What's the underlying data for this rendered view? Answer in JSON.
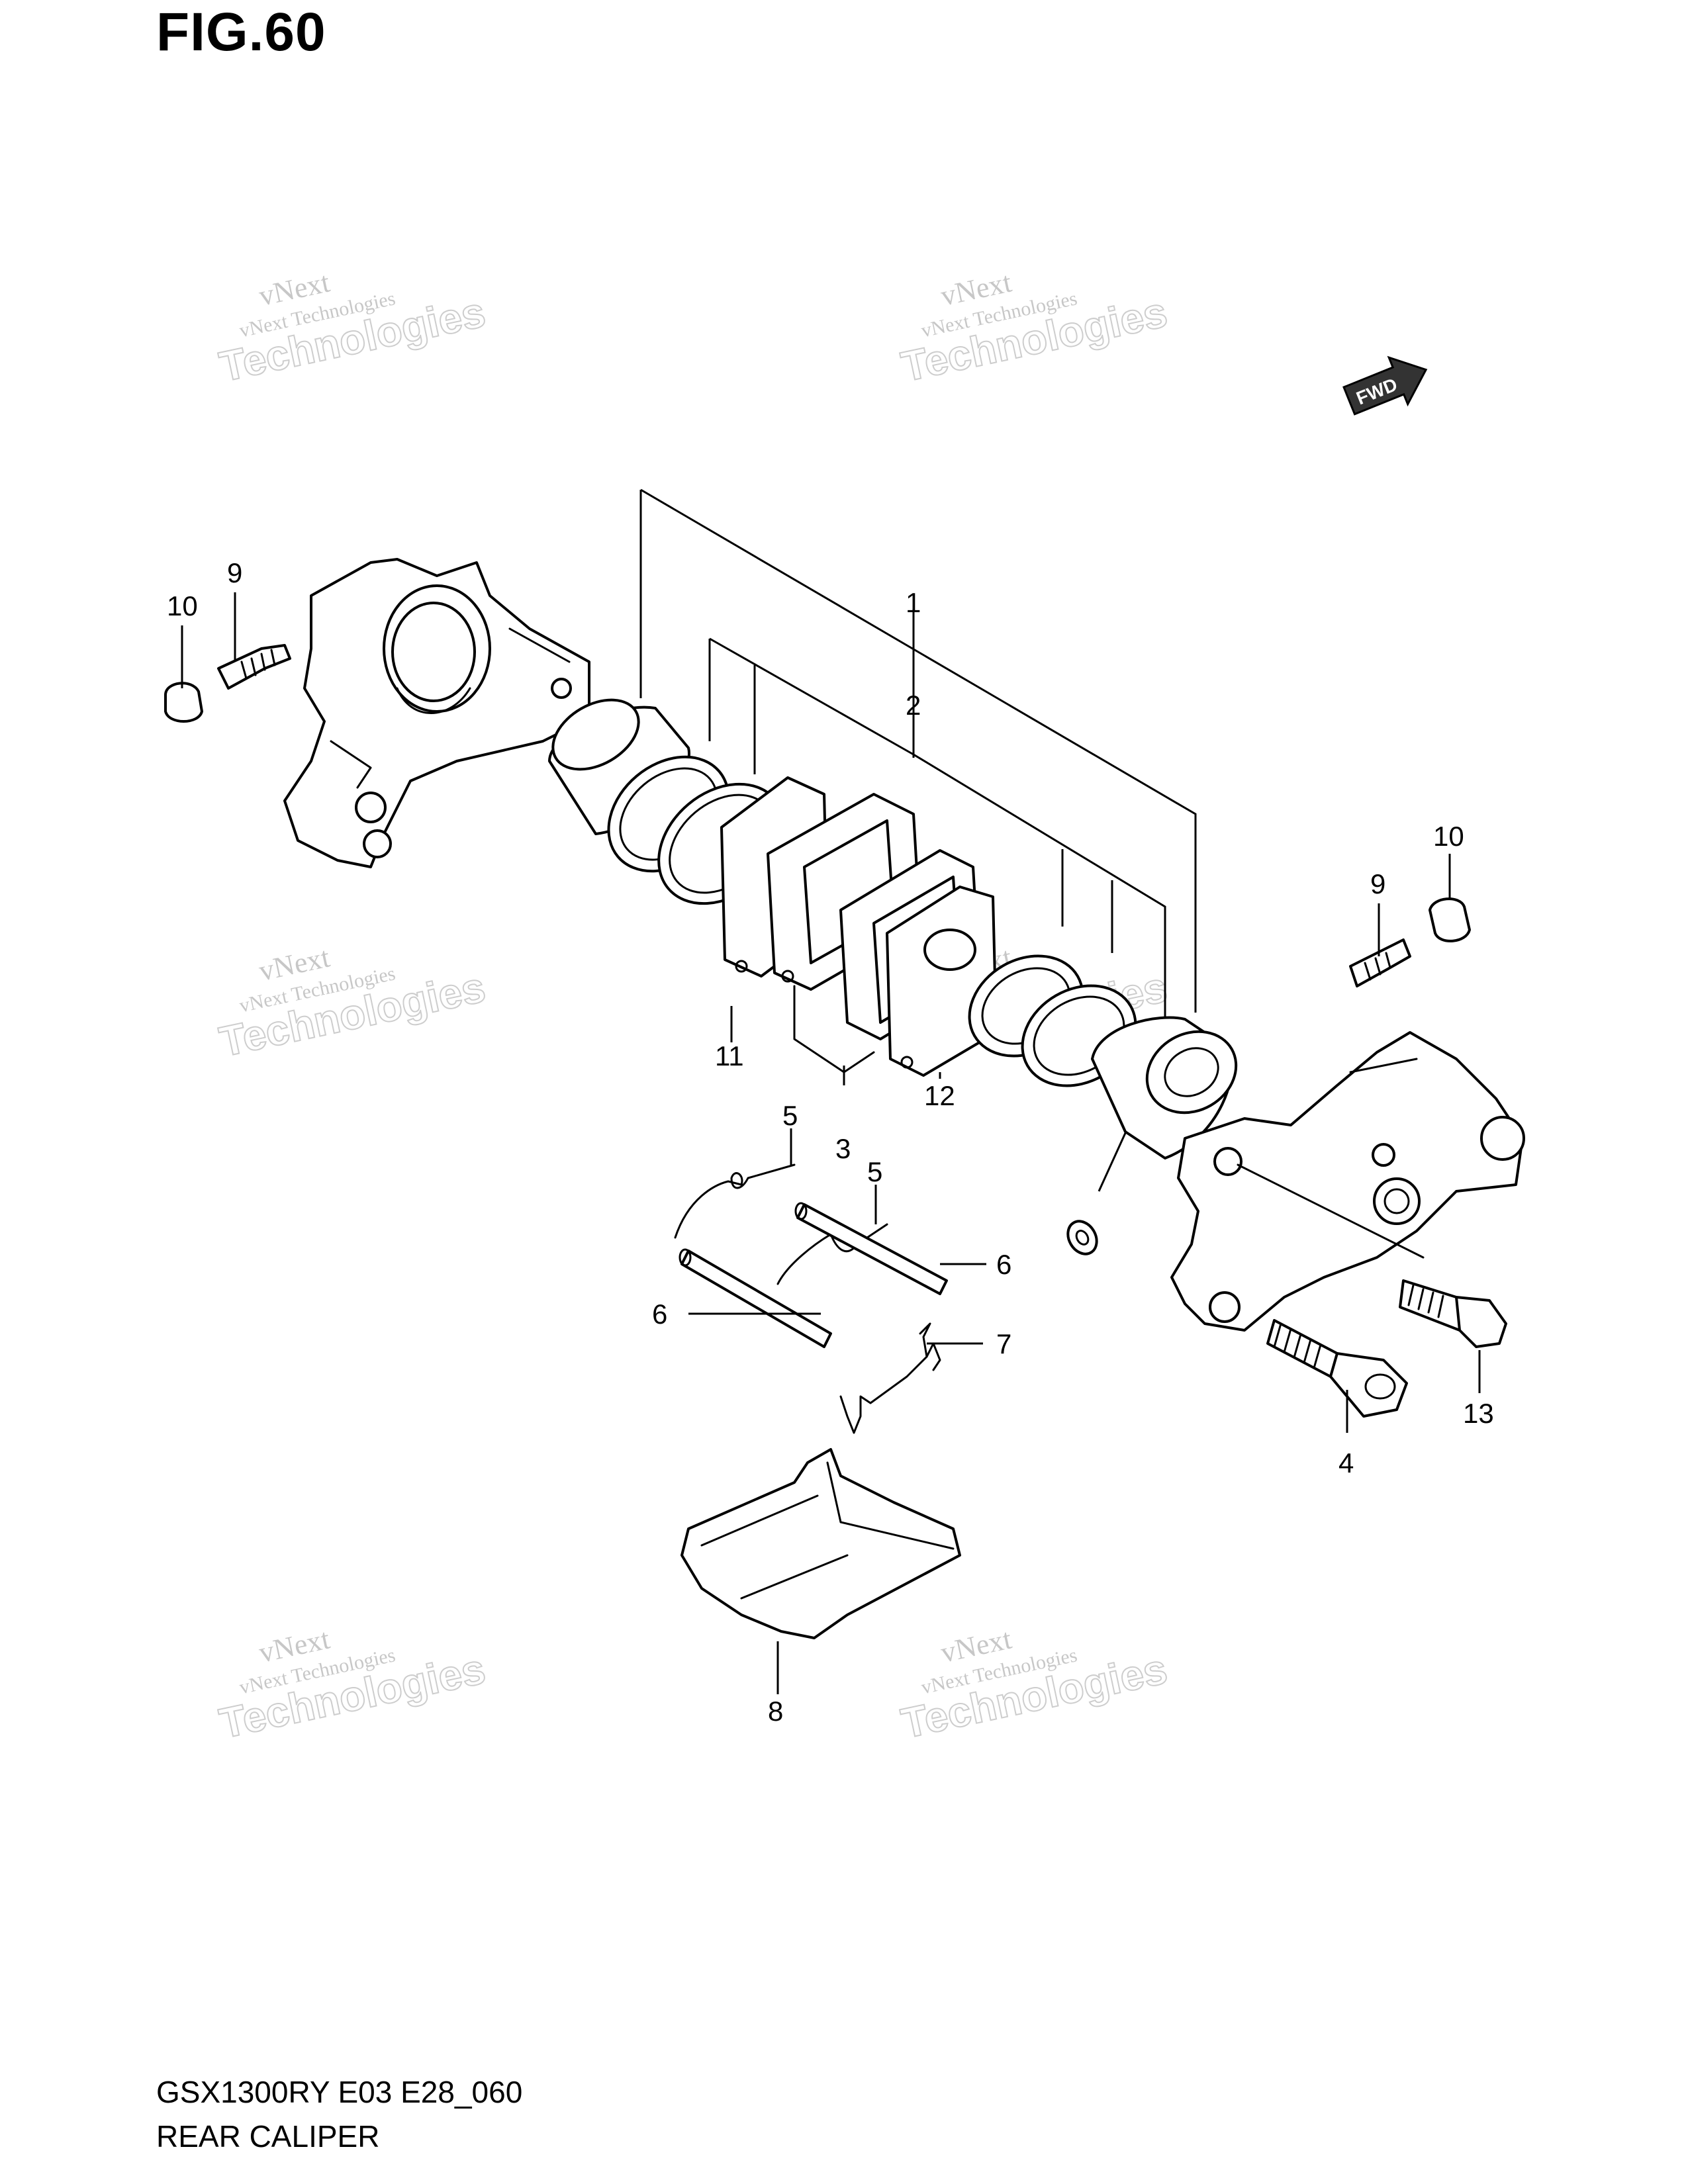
{
  "figure": {
    "title": "FIG.60",
    "model_code": "GSX1300RY E03 E28_060",
    "part_group_name": "REAR CALIPER"
  },
  "direction_badge": "FWD",
  "watermark": {
    "line1": "vNext",
    "line2": "vNext Technologies",
    "line3": "Technologies"
  },
  "callouts": [
    {
      "id": "c1",
      "label": "1"
    },
    {
      "id": "c2",
      "label": "2"
    },
    {
      "id": "c3",
      "label": "3"
    },
    {
      "id": "c4",
      "label": "4"
    },
    {
      "id": "c5a",
      "label": "5"
    },
    {
      "id": "c5b",
      "label": "5"
    },
    {
      "id": "c6a",
      "label": "6"
    },
    {
      "id": "c6b",
      "label": "6"
    },
    {
      "id": "c7",
      "label": "7"
    },
    {
      "id": "c8",
      "label": "8"
    },
    {
      "id": "c9a",
      "label": "9"
    },
    {
      "id": "c9b",
      "label": "9"
    },
    {
      "id": "c10a",
      "label": "10"
    },
    {
      "id": "c10b",
      "label": "10"
    },
    {
      "id": "c11",
      "label": "11"
    },
    {
      "id": "c12",
      "label": "12"
    },
    {
      "id": "c13",
      "label": "13"
    }
  ]
}
